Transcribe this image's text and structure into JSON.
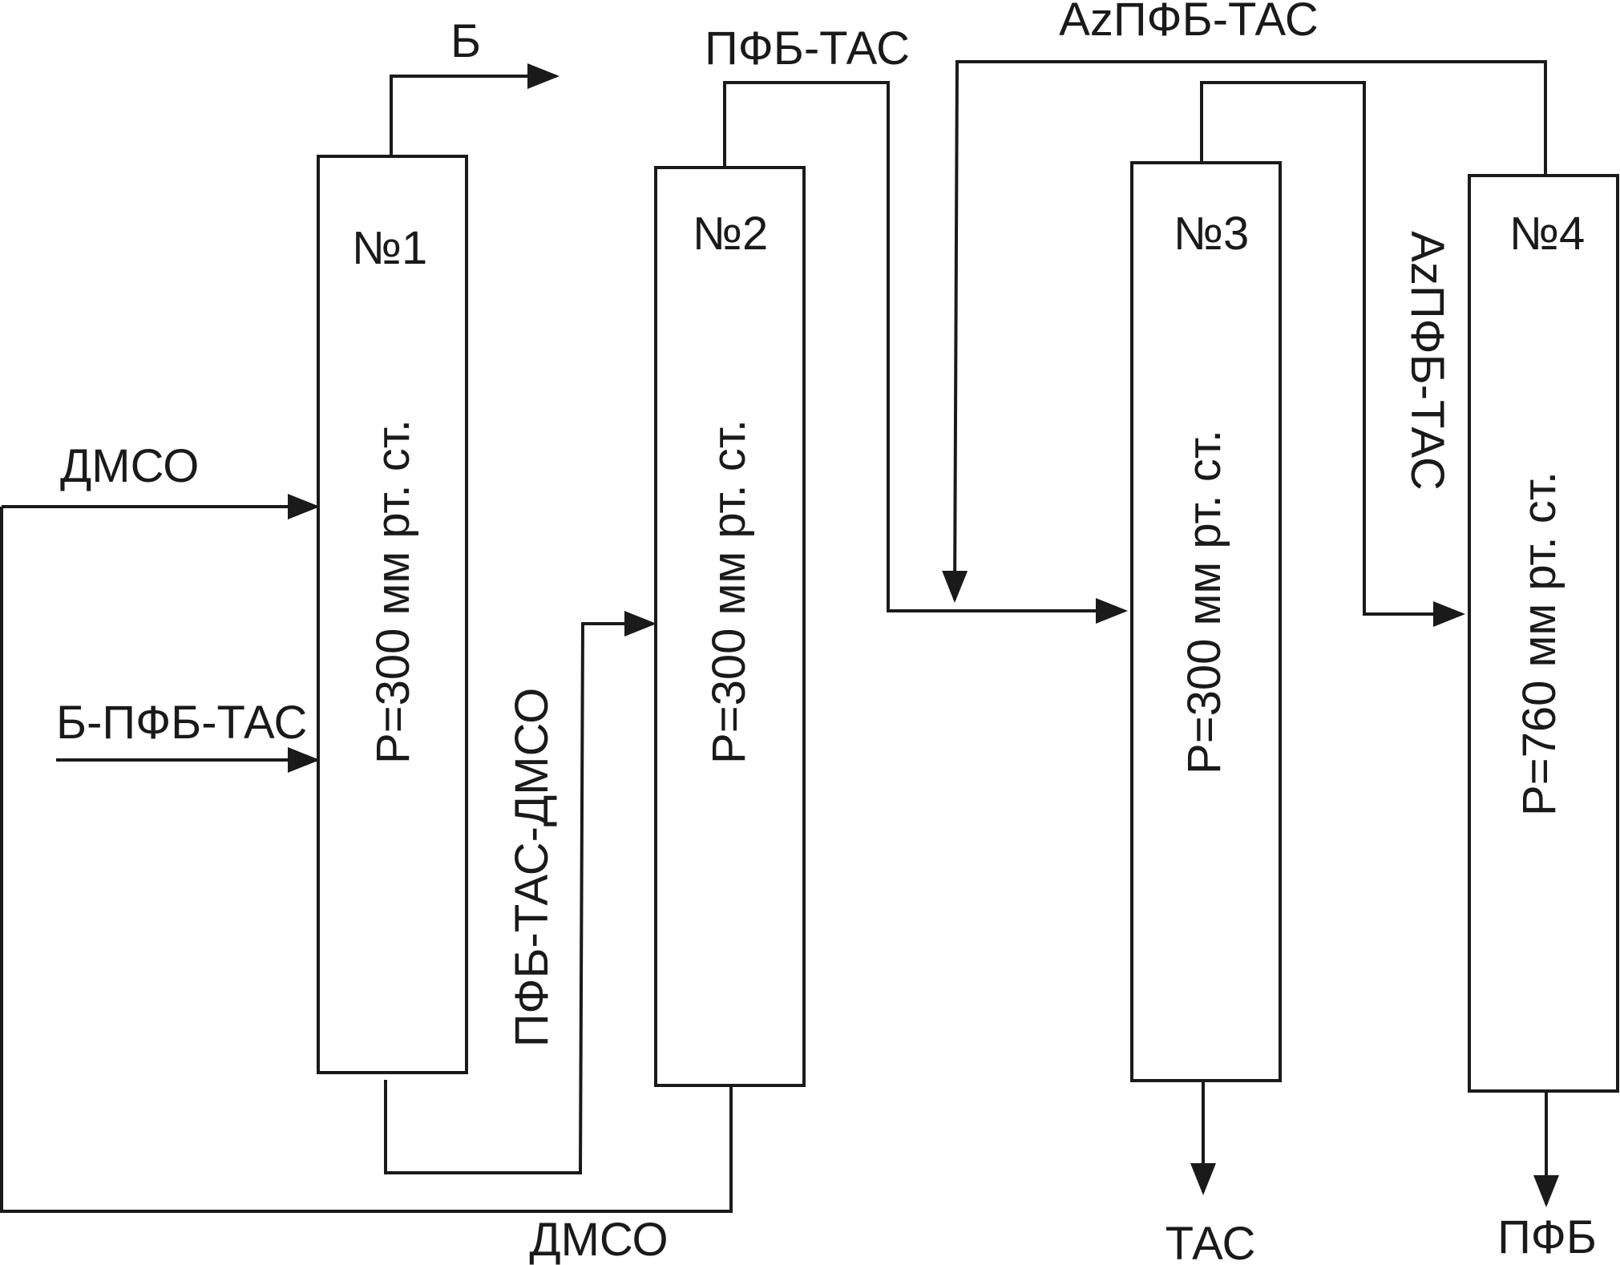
{
  "columns": [
    {
      "label": "№1",
      "pressure": "P=300 мм рт. ст."
    },
    {
      "label": "№2",
      "pressure": "P=300 мм рт. ст."
    },
    {
      "label": "№3",
      "pressure": "P=300 мм рт. ст."
    },
    {
      "label": "№4",
      "pressure": "P=760 мм рт. ст."
    }
  ],
  "streams": {
    "b_out": "Б",
    "pfb_tas_top": "ПФБ-ТАС",
    "az_pfb_tas_top": "AzПФБ-ТАС",
    "dmso_in": "ДМСО",
    "b_pfb_tas_in": "Б-ПФБ-ТАС",
    "pfb_tas_dmso": "ПФБ-ТАС-ДМСО",
    "az_pfb_tas_side": "AzПФБ-ТАС",
    "dmso_recycle": "ДМСО",
    "tas_out": "ТАС",
    "pfb_out": "ПФБ"
  }
}
